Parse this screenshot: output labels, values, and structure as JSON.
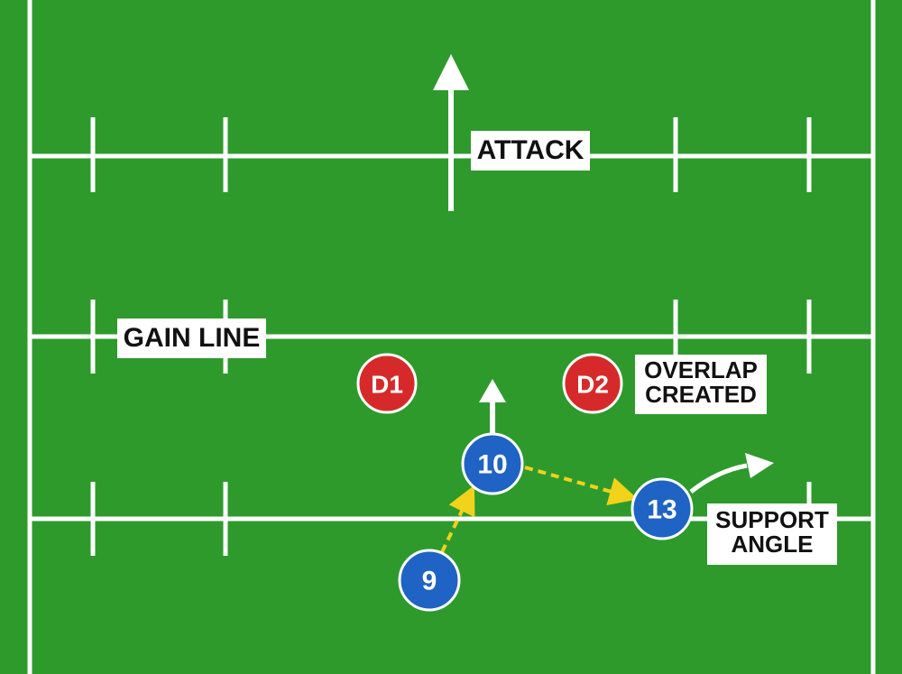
{
  "labels": {
    "attack": "ATTACK",
    "gain_line": "GAIN LINE",
    "overlap": [
      "OVERLAP",
      "CREATED"
    ],
    "support": [
      "SUPPORT",
      "ANGLE"
    ]
  },
  "players": {
    "defenders": [
      {
        "id": "d1",
        "label": "D1"
      },
      {
        "id": "d2",
        "label": "D2"
      }
    ],
    "attackers": [
      {
        "id": "p10",
        "label": "10"
      },
      {
        "id": "p13",
        "label": "13"
      },
      {
        "id": "p9",
        "label": "9"
      }
    ]
  },
  "colors": {
    "pitch": "#2e9a2c",
    "line": "#ffffff",
    "defender": "#d62a2a",
    "attacker": "#1f63c4",
    "pass": "#f2d21b"
  }
}
